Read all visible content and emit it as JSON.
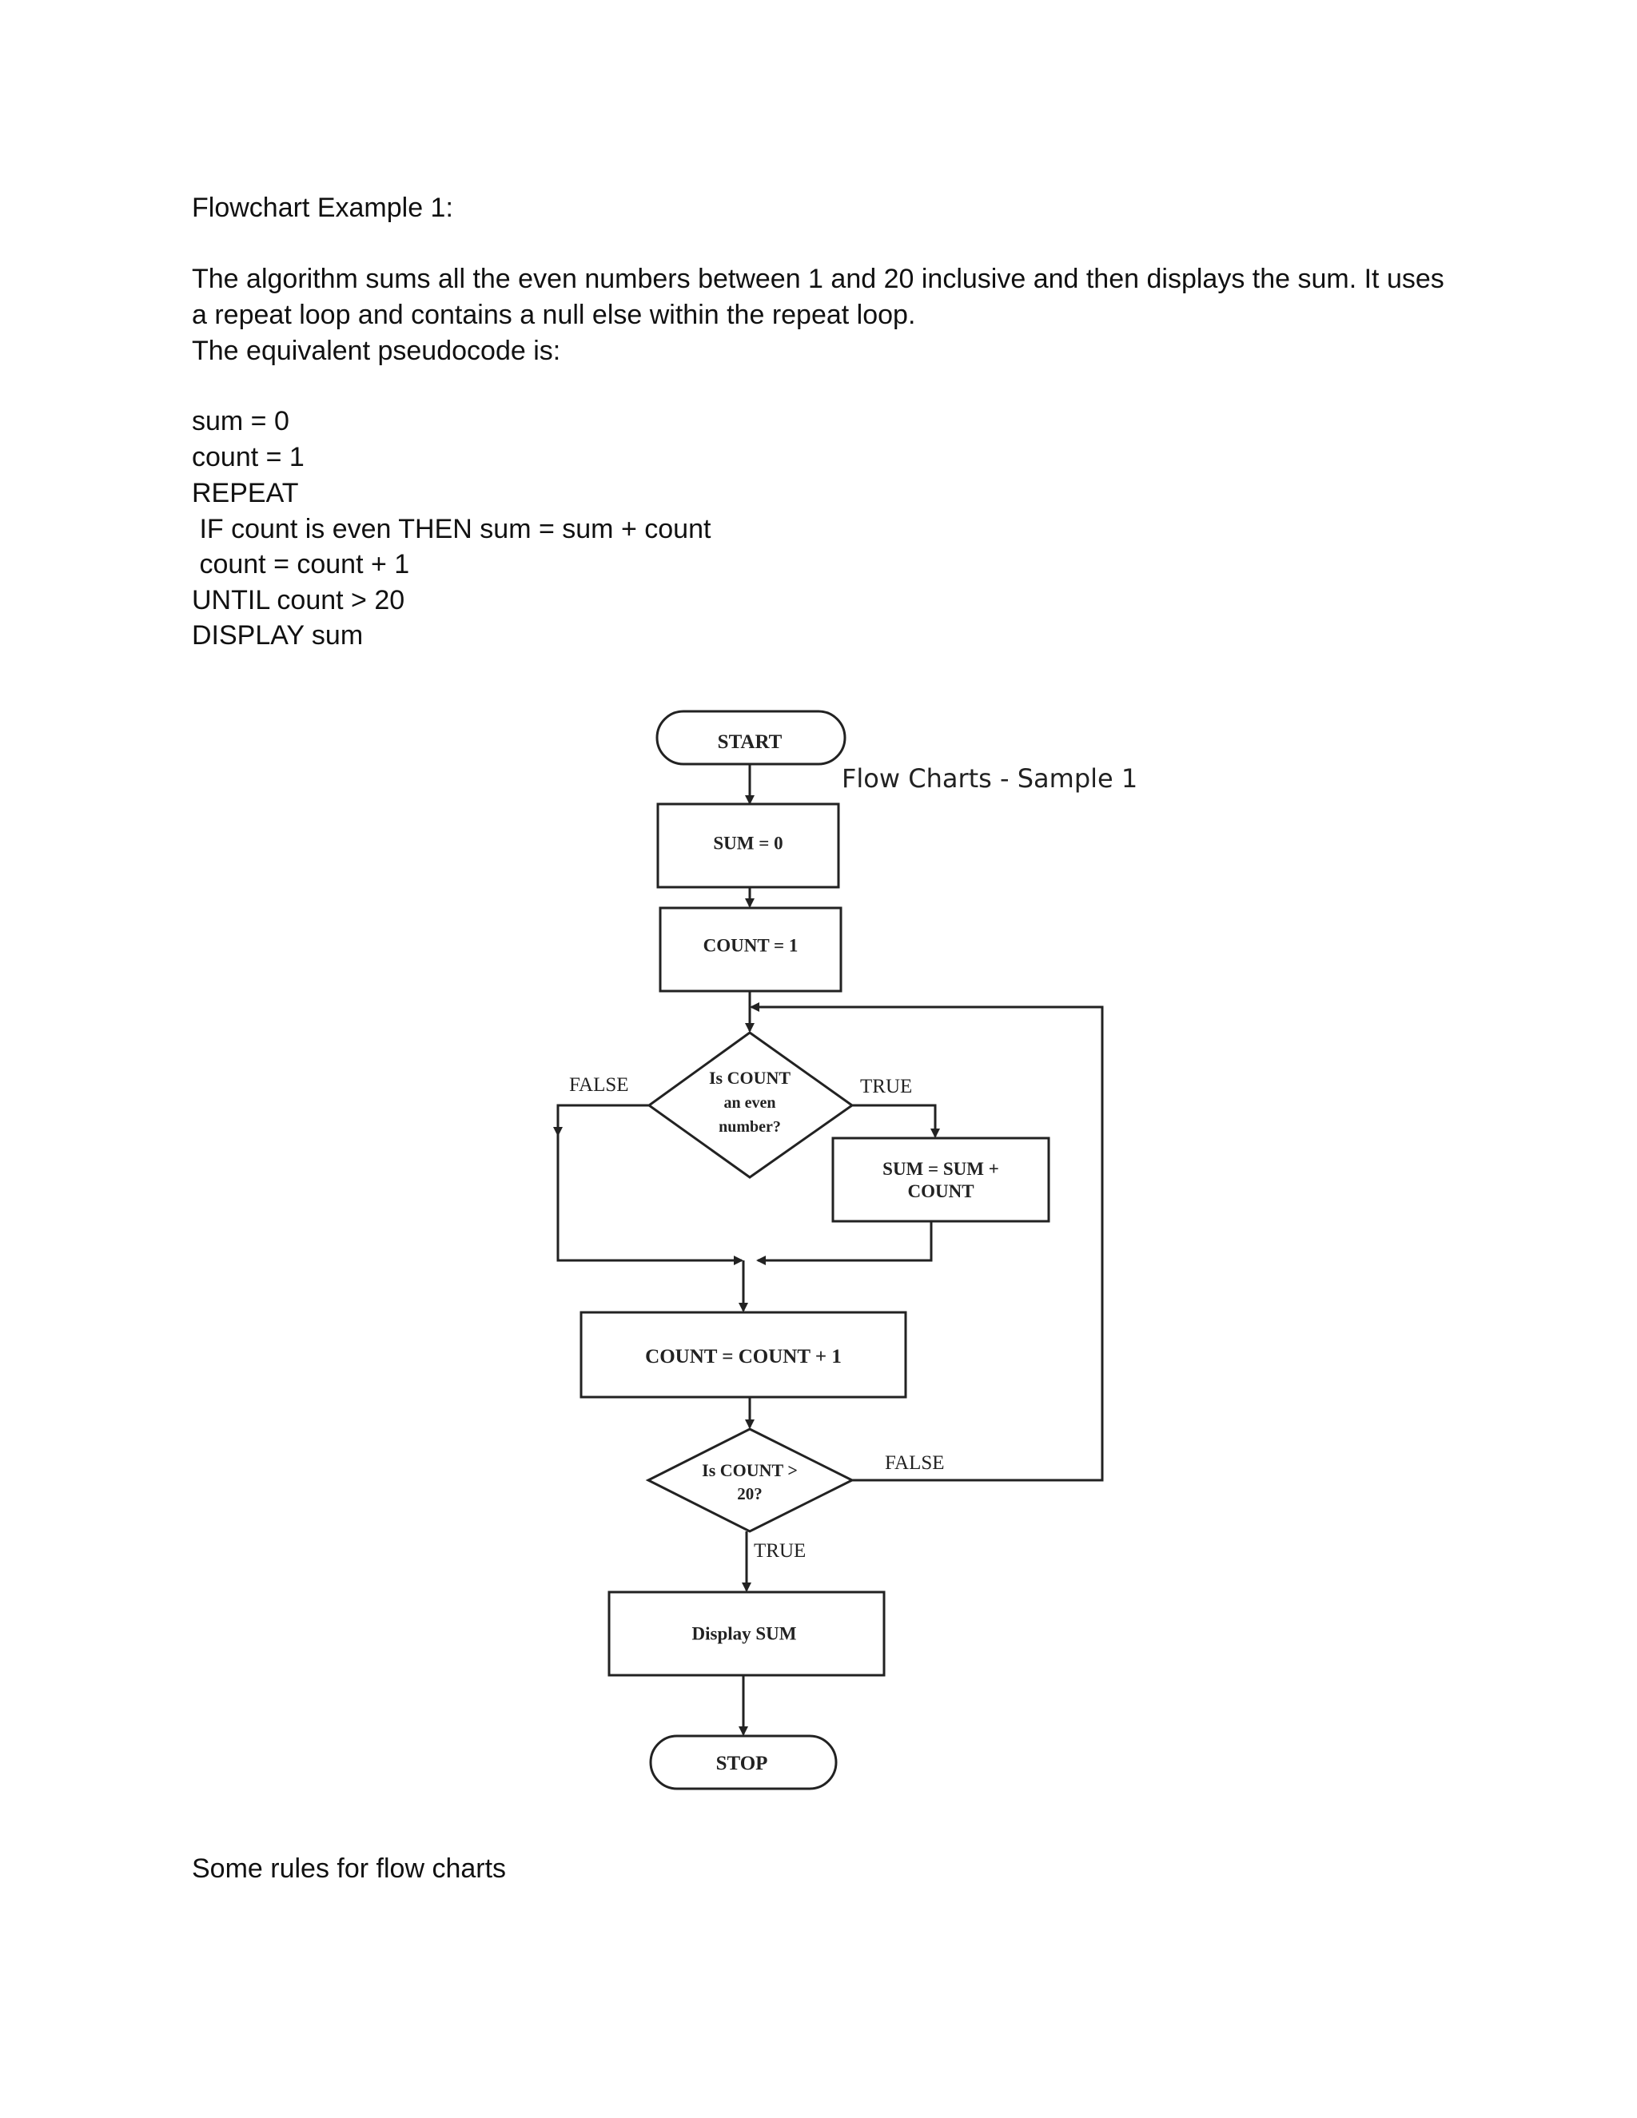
{
  "document": {
    "heading": "Flowchart Example 1:",
    "paragraph_lines": [
      "The algorithm sums all the even numbers between 1 and 20 inclusive and then displays the sum. It uses",
      "a repeat loop and contains a null else within the repeat loop.",
      "The equivalent pseudocode is:"
    ],
    "pseudocode_lines": [
      "sum = 0",
      "count = 1",
      "REPEAT",
      " IF count is even THEN sum = sum + count",
      " count = count + 1",
      "UNTIL count > 20",
      "DISPLAY sum"
    ],
    "footer": "Some rules for flow charts"
  },
  "flowchart": {
    "caption": "Flow Charts - Sample 1",
    "nodes": {
      "start": "START",
      "sum_init": "SUM = 0",
      "count_init": "COUNT = 1",
      "decision_even_lines": [
        "Is COUNT",
        "an even",
        "number?"
      ],
      "sum_update_lines": [
        "SUM = SUM +",
        "COUNT"
      ],
      "count_increment": "COUNT = COUNT + 1",
      "decision_limit_lines": [
        "Is COUNT >",
        "20?"
      ],
      "display": "Display SUM",
      "stop": "STOP"
    },
    "labels": {
      "even_false": "FALSE",
      "even_true": "TRUE",
      "limit_false": "FALSE",
      "limit_true": "TRUE"
    }
  }
}
